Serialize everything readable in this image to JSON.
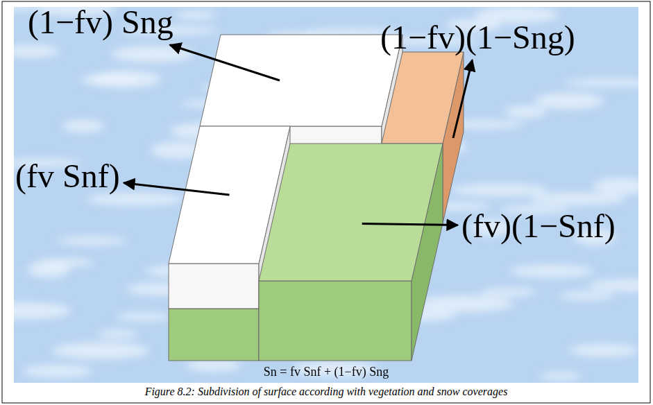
{
  "diagram": {
    "caption": "Figure 8.2: Subdivision of surface according with vegetation and snow coverages",
    "labels": [
      "(1−fv) Sng",
      "(1−fv)(1−Sng)",
      "(fv Snf)",
      "(fv)(1−Snf)",
      "Sn = fv Snf + (1−fv) Sng"
    ]
  }
}
